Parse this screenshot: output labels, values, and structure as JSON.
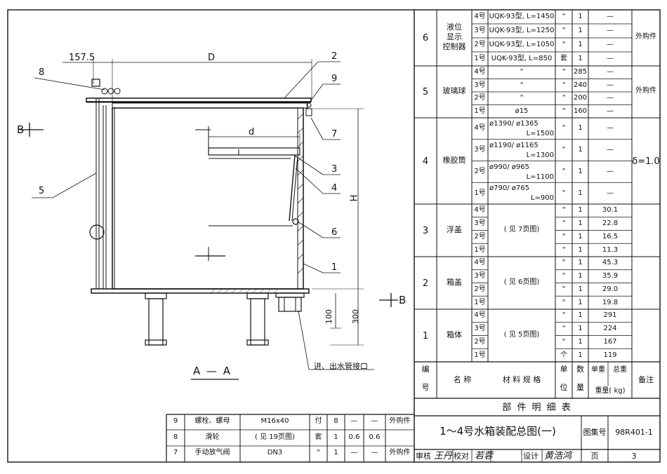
{
  "drawing": {
    "dim_157": "157.5",
    "dim_D": "D",
    "dim_d": "d",
    "dim_H": "H",
    "dim_100": "100",
    "dim_300": "300",
    "label_B_left": "B",
    "label_B_right": "B",
    "callouts": [
      "8",
      "2",
      "9",
      "7",
      "3",
      "4",
      "5",
      "6",
      "1"
    ],
    "section_title": "A — A",
    "inlet_note": "进、出水管接口"
  },
  "parts_header": {
    "col_no": "编\n号",
    "col_no_1": "编",
    "col_no_2": "号",
    "col_name": "名  称",
    "col_spec": "材 料 规 格",
    "col_unit_1": "单",
    "col_unit_2": "位",
    "col_qty_1": "数",
    "col_qty_2": "量",
    "col_unit_wt": "单重",
    "col_total_wt": "总重",
    "col_wt_unit": "重量(  kg)",
    "col_note": "备注"
  },
  "parts_groups": [
    {
      "no": "6",
      "name_lines": [
        "液位",
        "显示",
        "控制器"
      ],
      "note": "外购件",
      "rows": [
        {
          "size": "4号",
          "spec": "UQK-93型, L=1450",
          "unit": "\"",
          "qty": "1",
          "wt": "—"
        },
        {
          "size": "3号",
          "spec": "UQK-93型, L=1250",
          "unit": "\"",
          "qty": "1",
          "wt": "—"
        },
        {
          "size": "2号",
          "spec": "UQK-93型, L=1050",
          "unit": "\"",
          "qty": "1",
          "wt": "—"
        },
        {
          "size": "1号",
          "spec": "UQK-93型, L=850",
          "unit": "套",
          "qty": "1",
          "wt": "—"
        }
      ]
    },
    {
      "no": "5",
      "name_lines": [
        "玻璃球"
      ],
      "note": "外购件",
      "rows": [
        {
          "size": "4号",
          "spec": "\"",
          "unit": "\"",
          "qty": "285",
          "wt": "—"
        },
        {
          "size": "3号",
          "spec": "\"",
          "unit": "\"",
          "qty": "240",
          "wt": "—"
        },
        {
          "size": "2号",
          "spec": "\"",
          "unit": "\"",
          "qty": "200",
          "wt": "—"
        },
        {
          "size": "1号",
          "spec": "ø15",
          "unit": "\"",
          "qty": "160",
          "wt": "—"
        }
      ]
    },
    {
      "no": "4",
      "name_lines": [
        "橡胶筒"
      ],
      "note": "δ=1.0",
      "rows": [
        {
          "size": "4号",
          "spec": "ø1390/ ø1365",
          "spec2": "L=1500",
          "unit": "\"",
          "qty": "1",
          "wt": "—"
        },
        {
          "size": "3号",
          "spec": "ø1190/ ø1165",
          "spec2": "L=1300",
          "unit": "\"",
          "qty": "1",
          "wt": "—"
        },
        {
          "size": "2号",
          "spec": "ø990/ ø965",
          "spec2": "L=1100",
          "unit": "\"",
          "qty": "1",
          "wt": "—"
        },
        {
          "size": "1号",
          "spec": "ø790/ ø765",
          "spec2": "L=900",
          "unit": "\"",
          "qty": "1",
          "wt": "—"
        }
      ]
    },
    {
      "no": "3",
      "name_lines": [
        "浮盖"
      ],
      "spec_all": "( 见 7页图)",
      "note": "",
      "rows": [
        {
          "size": "4号",
          "unit": "\"",
          "qty": "1",
          "wt": "30.1"
        },
        {
          "size": "3号",
          "unit": "\"",
          "qty": "1",
          "wt": "22.8"
        },
        {
          "size": "2号",
          "unit": "\"",
          "qty": "1",
          "wt": "16.5"
        },
        {
          "size": "1号",
          "unit": "\"",
          "qty": "1",
          "wt": "11.3"
        }
      ]
    },
    {
      "no": "2",
      "name_lines": [
        "箱盖"
      ],
      "spec_all": "( 见 6页图)",
      "note": "",
      "rows": [
        {
          "size": "4号",
          "unit": "\"",
          "qty": "1",
          "wt": "45.3"
        },
        {
          "size": "3号",
          "unit": "\"",
          "qty": "1",
          "wt": "35.9"
        },
        {
          "size": "2号",
          "unit": "\"",
          "qty": "1",
          "wt": "29.0"
        },
        {
          "size": "1号",
          "unit": "\"",
          "qty": "1",
          "wt": "19.8"
        }
      ]
    },
    {
      "no": "1",
      "name_lines": [
        "箱体"
      ],
      "spec_all": "( 见 5页图)",
      "note": "",
      "rows": [
        {
          "size": "4号",
          "unit": "\"",
          "qty": "1",
          "wt": "291"
        },
        {
          "size": "3号",
          "unit": "\"",
          "qty": "1",
          "wt": "224"
        },
        {
          "size": "2号",
          "unit": "\"",
          "qty": "1",
          "wt": "167"
        },
        {
          "size": "1号",
          "unit": "个",
          "qty": "1",
          "wt": "119"
        }
      ]
    }
  ],
  "table_title": "部 件 明 细 表",
  "lower_parts": [
    {
      "no": "9",
      "name": "螺栓、螺母",
      "spec": "M16x40",
      "unit": "付",
      "qty": "8",
      "w1": "—",
      "w2": "—",
      "note": "外购件"
    },
    {
      "no": "8",
      "name": "滑轮",
      "spec": "( 见 19页图)",
      "unit": "套",
      "qty": "1",
      "w1": "0.6",
      "w2": "0.6",
      "note": ""
    },
    {
      "no": "7",
      "name": "手动放气阀",
      "spec": "DN3",
      "unit": "\"",
      "qty": "1",
      "w1": "—",
      "w2": "—",
      "note": "外购件"
    }
  ],
  "title_block": {
    "drawing_title": "1～4号水箱装配总图(一)",
    "atlas_label": "图集号",
    "atlas_no": "98R401-1",
    "review": "审核",
    "check": "校对",
    "design": "设计",
    "page_label": "页",
    "page_no": "3",
    "sig_review": "王丹",
    "sig_check": "若蓉",
    "sig_design": "黄浩鸿"
  }
}
